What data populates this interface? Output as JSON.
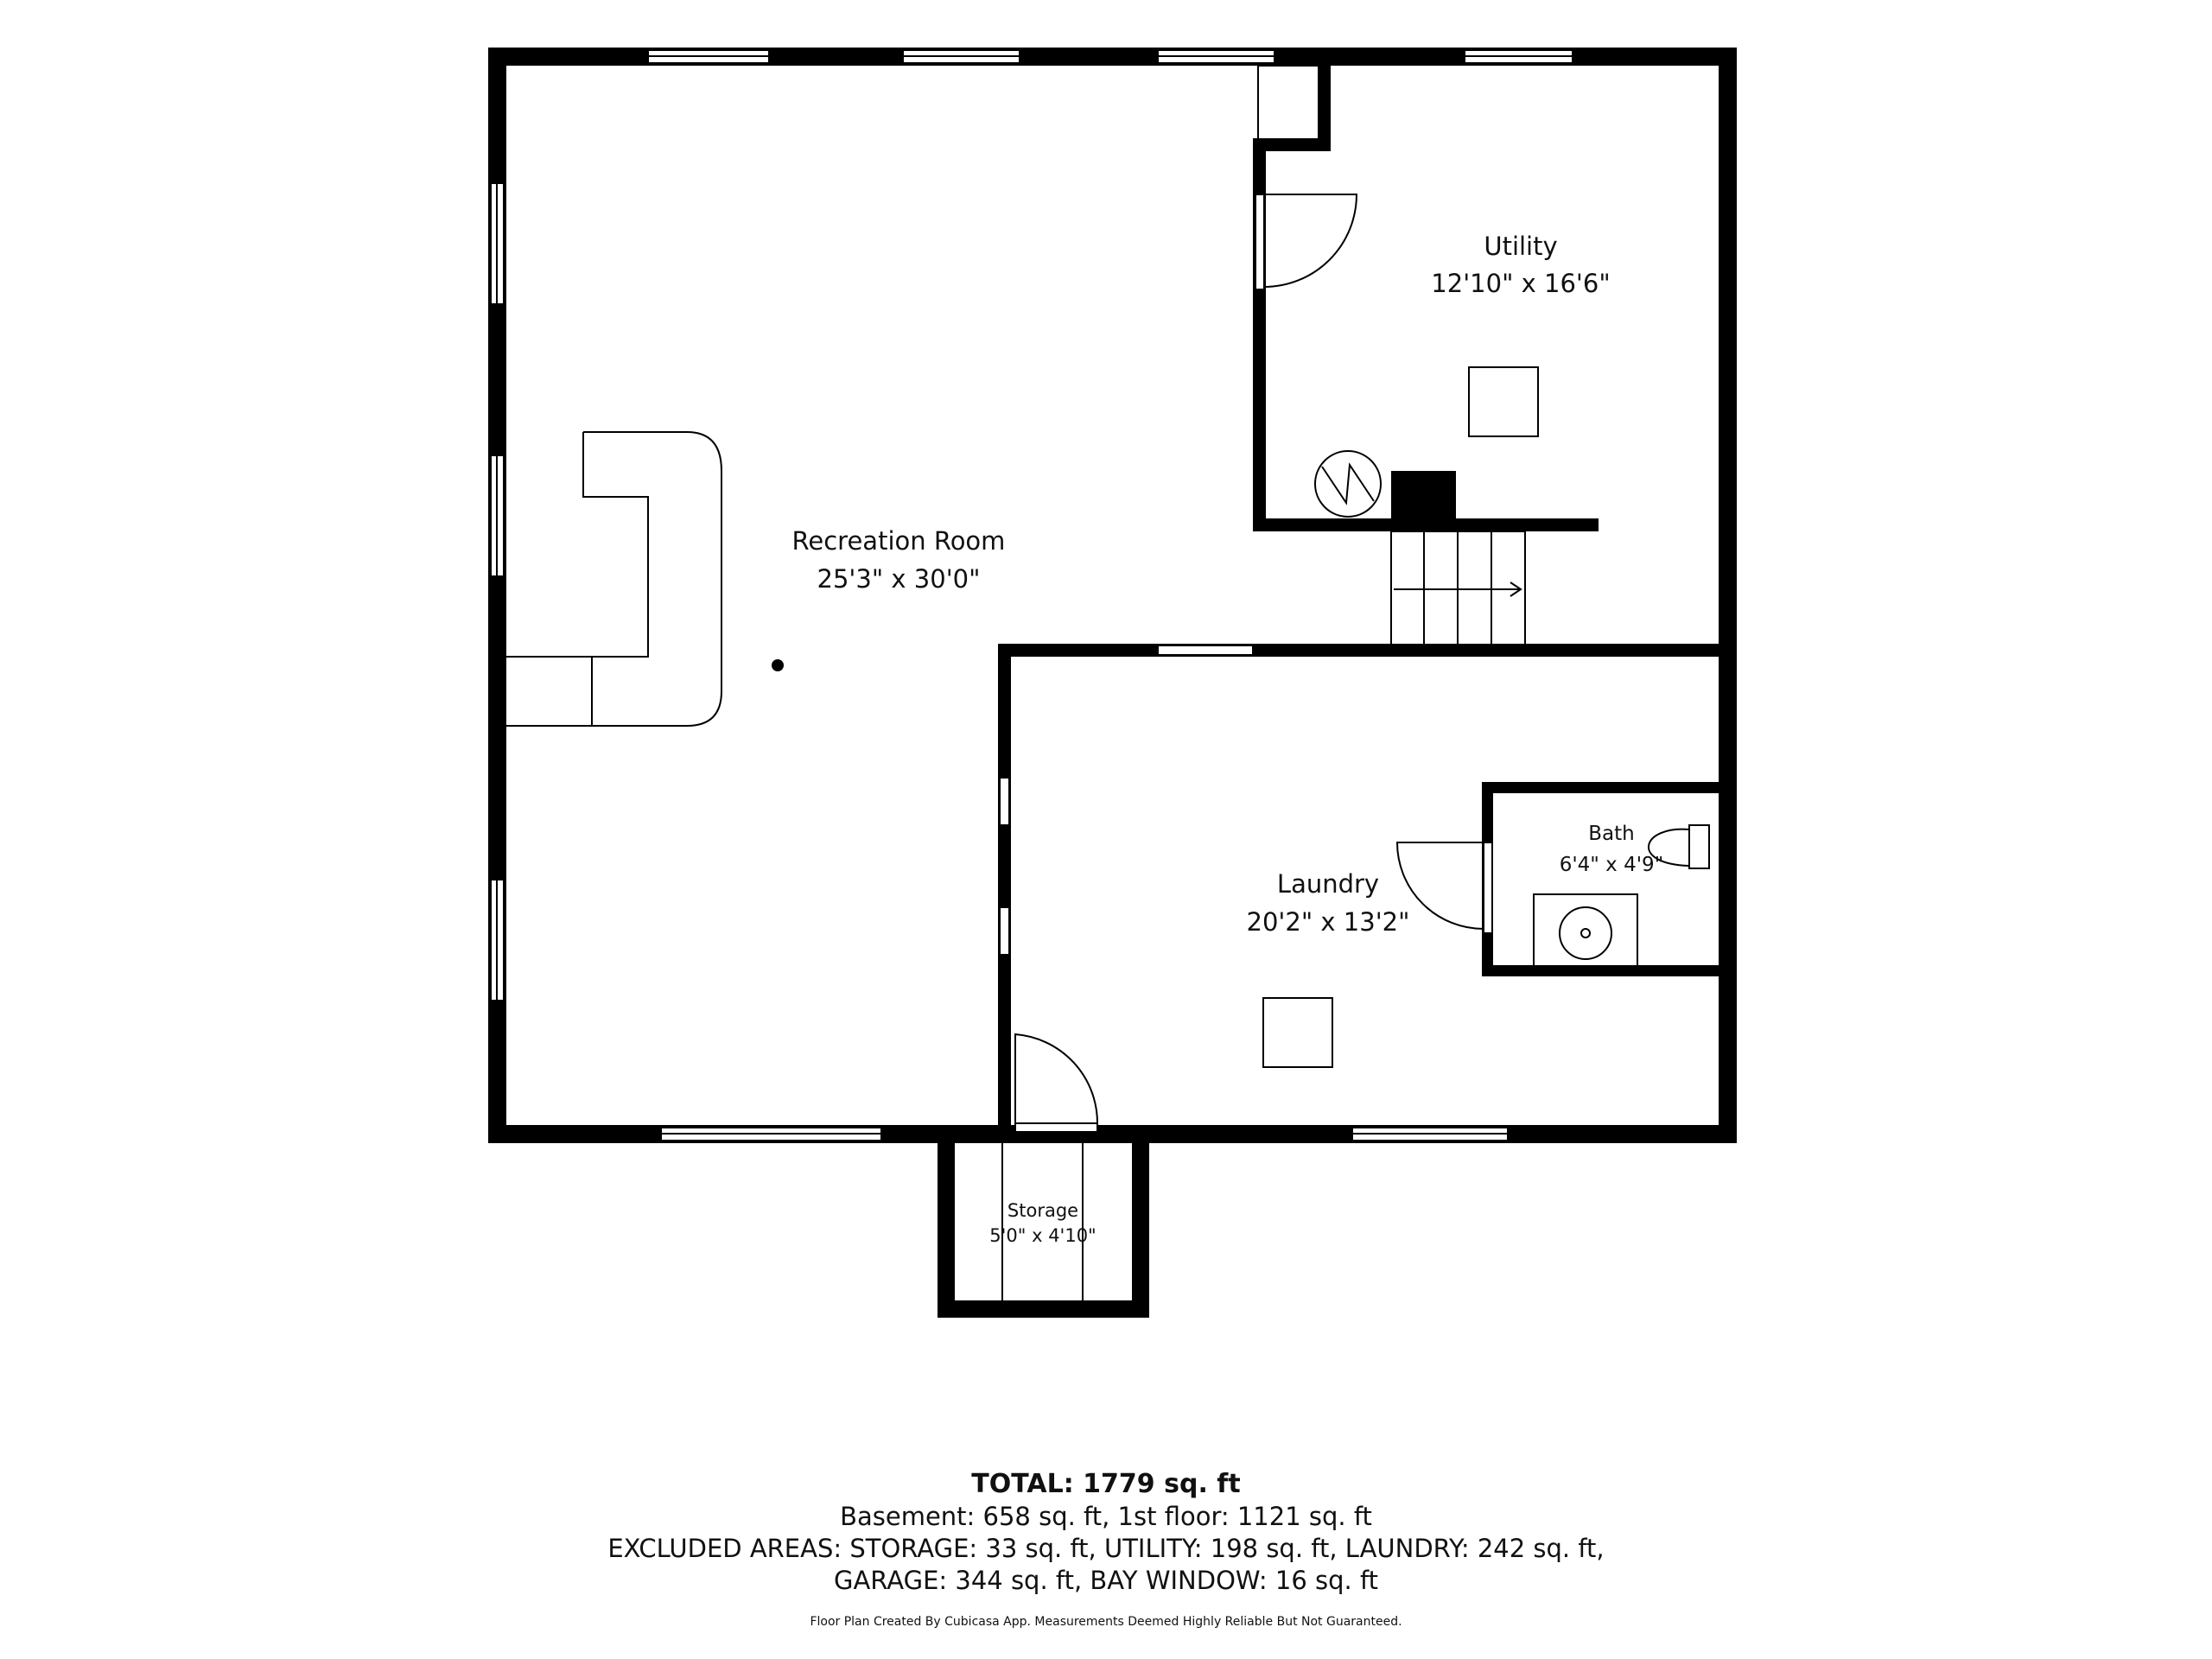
{
  "rooms": {
    "recreation": {
      "name": "Recreation Room",
      "dims": "25'3\" x 30'0\""
    },
    "utility": {
      "name": "Utility",
      "dims": "12'10\" x 16'6\""
    },
    "laundry": {
      "name": "Laundry",
      "dims": "20'2\" x 13'2\""
    },
    "bath": {
      "name": "Bath",
      "dims": "6'4\" x 4'9\""
    },
    "storage": {
      "name": "Storage",
      "dims": "5'0\" x 4'10\""
    }
  },
  "summary": {
    "total": "TOTAL: 1779 sq. ft",
    "line1": "Basement: 658 sq. ft, 1st floor: 1121 sq. ft",
    "line2": "EXCLUDED AREAS: STORAGE: 33 sq. ft, UTILITY: 198 sq. ft, LAUNDRY: 242 sq. ft,",
    "line3": "GARAGE: 344 sq. ft, BAY WINDOW: 16 sq. ft"
  },
  "footer": "Floor Plan Created By Cubicasa App. Measurements Deemed Highly Reliable But Not Guaranteed.",
  "colors": {
    "wall": "#000000",
    "background": "#ffffff",
    "window": "#ffffff"
  }
}
